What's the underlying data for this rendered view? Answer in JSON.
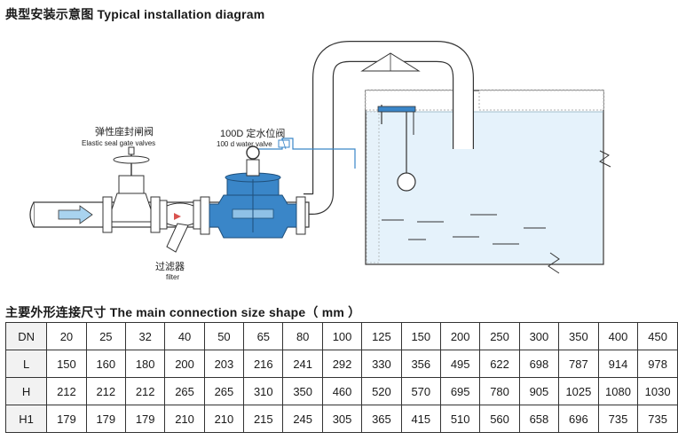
{
  "titles": {
    "diagram": "典型安装示意图 Typical installation diagram",
    "table": "主要外形连接尺寸 The main connection size shape（ mm ）"
  },
  "labels": {
    "gate_cn": "弹性座封闸阀",
    "gate_en": "Elastic seal gate valves",
    "level_cn": "100D 定水位阀",
    "level_en": "100 d water valve",
    "filter_cn": "过滤器",
    "filter_en": "filter"
  },
  "colors": {
    "pipe_outline": "#333333",
    "valve_blue": "#3a86c8",
    "water": "#cfe7f7",
    "arrow_fill": "#a9d3ef"
  },
  "table": {
    "rows": [
      {
        "label": "DN",
        "values": [
          "20",
          "25",
          "32",
          "40",
          "50",
          "65",
          "80",
          "100",
          "125",
          "150",
          "200",
          "250",
          "300",
          "350",
          "400",
          "450"
        ]
      },
      {
        "label": "L",
        "values": [
          "150",
          "160",
          "180",
          "200",
          "203",
          "216",
          "241",
          "292",
          "330",
          "356",
          "495",
          "622",
          "698",
          "787",
          "914",
          "978"
        ]
      },
      {
        "label": "H",
        "values": [
          "212",
          "212",
          "212",
          "265",
          "265",
          "310",
          "350",
          "460",
          "520",
          "570",
          "695",
          "780",
          "905",
          "1025",
          "1080",
          "1030"
        ]
      },
      {
        "label": "H1",
        "values": [
          "179",
          "179",
          "179",
          "210",
          "210",
          "215",
          "245",
          "305",
          "365",
          "415",
          "510",
          "560",
          "658",
          "696",
          "735",
          "735"
        ]
      }
    ]
  }
}
